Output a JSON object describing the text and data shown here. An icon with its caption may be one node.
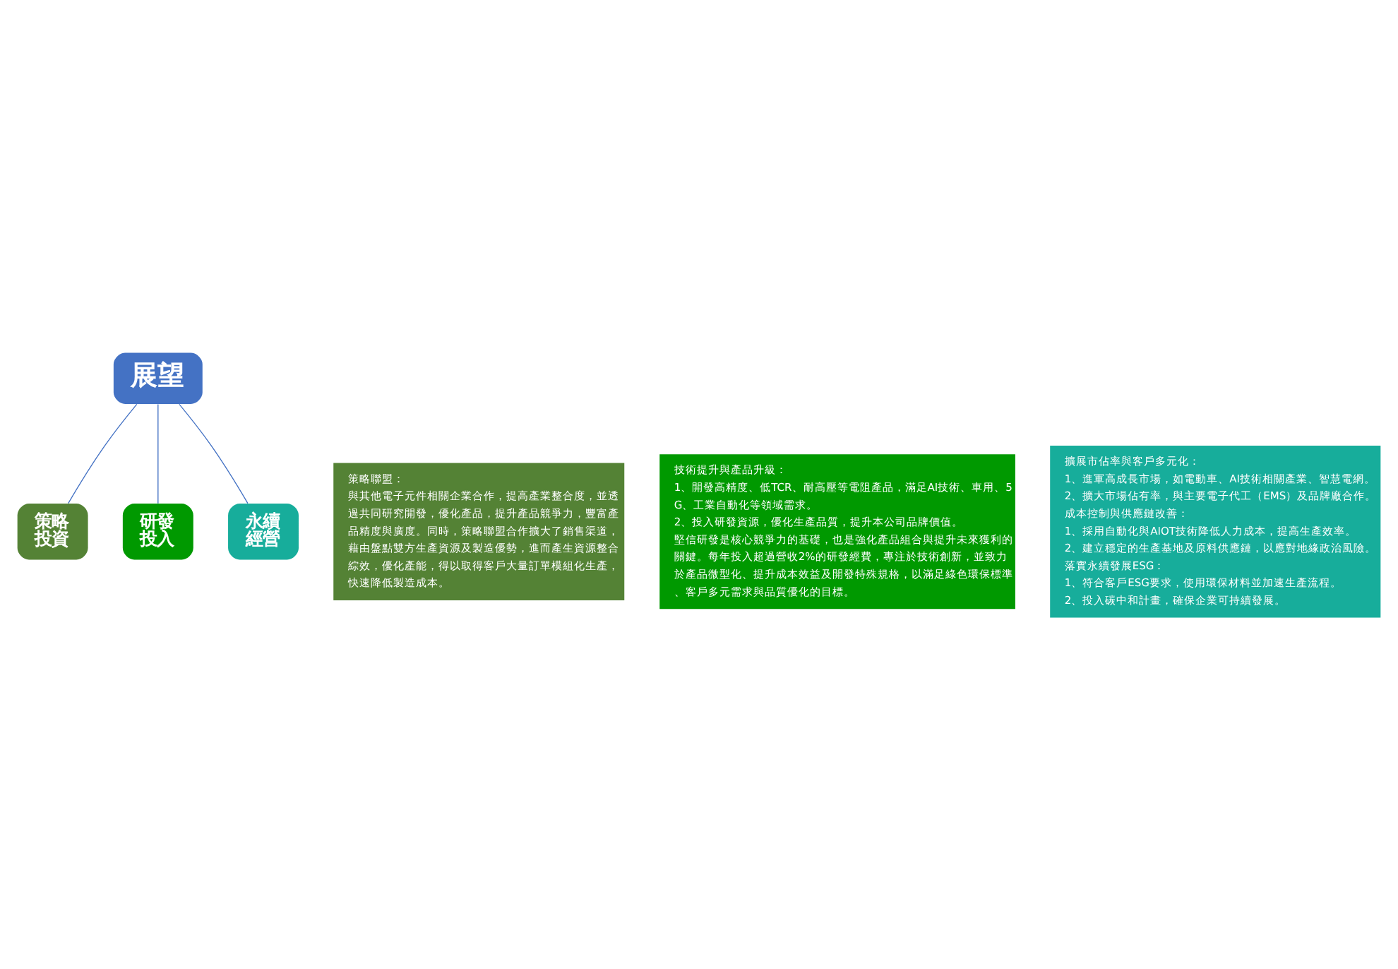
{
  "diagram": {
    "nodes": [
      {
        "text": [
          "展望"
        ]
      },
      {
        "text": [
          "策略投資"
        ]
      },
      {
        "text": [
          "策略聯盟：",
          "與其他電子元件相關企業合作，提高產業整合度，並透過共同研究開發，優化產品，提升產品競爭力，豐富產品精度與廣度。同時，策略聯盟合作擴大了銷售渠道，藉由盤點雙方生產資源及製造優勢，進而產生資源整合綜效，優化產能，得以取得客戶大量訂單模組化生產，快速降低製造成本。"
        ]
      },
      {
        "text": [
          "研發投入"
        ]
      },
      {
        "text": [
          "技術提升與產品升級：",
          "1、開發高精度、低TCR、耐高壓等電阻產品，滿足AI技術、車用、5G、工業自動化等領域需求。",
          "2、投入研發資源，優化生產品質，提升本公司品牌價值。",
          "堅信研發是核心競爭力的基礎，也是強化產品組合與提升未來獲利的關鍵。每年投入超過營收2%的研發經費，專注於技術創新，並致力於產品微型化、提升成本效益及開發特殊規格，以滿足綠色環保標準、客戶多元需求與品質優化的目標。"
        ]
      },
      {
        "text": [
          "永續經營"
        ]
      },
      {
        "text": [
          "擴展市佔率與客戶多元化：",
          "1、進軍高成長市場，如電動車、AI技術相關產業、智慧電網。",
          "2、擴大市場佔有率，與主要電子代工（EMS）及品牌廠合作。",
          "成本控制與供應鏈改善：",
          "1、採用自動化與AIOT技術降低人力成本，提高生產效率。",
          "2、建立穩定的生產基地及原料供應鏈，以應對地緣政治風險。",
          "落實永續發展ESG：",
          "1、符合客戶ESG要求，使用環保材料並加速生產流程。",
          "2、投入碳中和計畫，確保企業可持續發展。"
        ]
      }
    ],
    "edges": [
      {
        "from": 0,
        "to": 1,
        "arrow": "none",
        "color": "#4472c4"
      },
      {
        "from": 0,
        "to": 3,
        "arrow": "none",
        "color": "#4472c4"
      },
      {
        "from": 0,
        "to": 5,
        "arrow": "none",
        "color": "#4472c4"
      }
    ]
  }
}
